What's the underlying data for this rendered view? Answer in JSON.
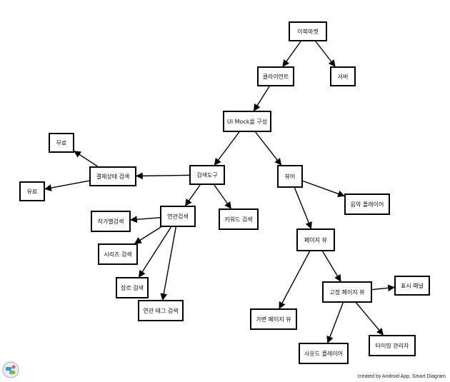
{
  "nodes": {
    "ebook_market": "이북마켓",
    "client": "클라이언트",
    "server": "서버",
    "ui_mockup": "UI Mock을 구성",
    "search_tool": "검색도구",
    "viewer": "뷰어",
    "payment_search": "결제상태 검색",
    "free": "무료",
    "paid": "유료",
    "related_search": "연관검색",
    "keyword_search": "키워드 검색",
    "author_search": "작가별검색",
    "series_search": "시리즈 검색",
    "genre_search": "장르 검색",
    "related_tag_search": "연관 태그 검색",
    "music_player": "음악 플레이어",
    "page_view": "페이지 뷰",
    "fixed_page_view": "고정 페이지 뷰",
    "variable_page_view": "가변 페이지 뷰",
    "display_panel": "표시 패널",
    "sound_player": "사운드 플레이어",
    "timing_manager": "타이밍 관리자"
  },
  "edges": [
    [
      "ebook_market",
      "client"
    ],
    [
      "ebook_market",
      "server"
    ],
    [
      "client",
      "ui_mockup"
    ],
    [
      "ui_mockup",
      "search_tool"
    ],
    [
      "ui_mockup",
      "viewer"
    ],
    [
      "search_tool",
      "payment_search"
    ],
    [
      "payment_search",
      "free"
    ],
    [
      "payment_search",
      "paid"
    ],
    [
      "search_tool",
      "related_search"
    ],
    [
      "search_tool",
      "keyword_search"
    ],
    [
      "related_search",
      "author_search"
    ],
    [
      "related_search",
      "series_search"
    ],
    [
      "related_search",
      "genre_search"
    ],
    [
      "related_search",
      "related_tag_search"
    ],
    [
      "viewer",
      "music_player"
    ],
    [
      "viewer",
      "page_view"
    ],
    [
      "page_view",
      "fixed_page_view"
    ],
    [
      "page_view",
      "variable_page_view"
    ],
    [
      "fixed_page_view",
      "display_panel"
    ],
    [
      "fixed_page_view",
      "sound_player"
    ],
    [
      "fixed_page_view",
      "timing_manager"
    ]
  ],
  "footer": "created by Android App, Smart Diagram",
  "colors": {
    "line": "#000000",
    "node_border": "#000000",
    "background": "#ffffff"
  }
}
